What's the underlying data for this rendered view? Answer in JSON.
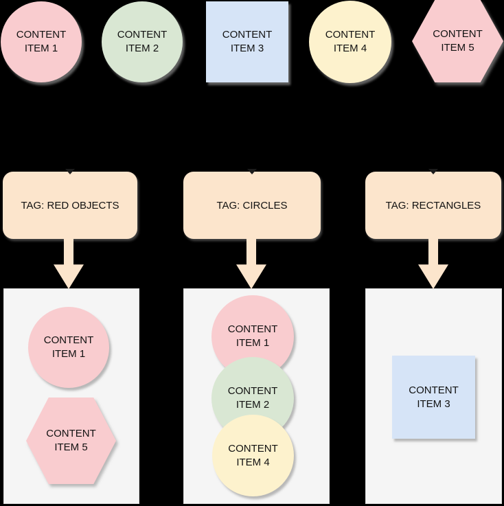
{
  "diagram": {
    "background": "#000000",
    "text_color": "#111111",
    "tag_fill": "#fce5cc",
    "arrow_fill": "#fce5cc",
    "group_fill": "#f5f5f5",
    "group_border": "#dcdcdc",
    "shape_shadow": "#c0c0c0"
  },
  "content_items": [
    {
      "label": "CONTENT\nITEM 1",
      "shape": "circle",
      "fill": "#f9cccf"
    },
    {
      "label": "CONTENT\nITEM 2",
      "shape": "circle",
      "fill": "#d9e7d3"
    },
    {
      "label": "CONTENT\nITEM 3",
      "shape": "square",
      "fill": "#d6e4f7"
    },
    {
      "label": "CONTENT\nITEM 4",
      "shape": "circle",
      "fill": "#fdf2cd"
    },
    {
      "label": "CONTENT\nITEM 5",
      "shape": "hexagon",
      "fill": "#f9cccf"
    }
  ],
  "tags": [
    {
      "label": "TAG: RED OBJECTS",
      "items": [
        {
          "label": "CONTENT\nITEM 1",
          "shape": "circle",
          "fill": "#f9cccf"
        },
        {
          "label": "CONTENT\nITEM 5",
          "shape": "hexagon",
          "fill": "#f9cccf"
        }
      ]
    },
    {
      "label": "TAG: CIRCLES",
      "items": [
        {
          "label": "CONTENT\nITEM 1",
          "shape": "circle",
          "fill": "#f9cccf"
        },
        {
          "label": "CONTENT\nITEM 2",
          "shape": "circle",
          "fill": "#d9e7d3"
        },
        {
          "label": "CONTENT\nITEM 4",
          "shape": "circle",
          "fill": "#fdf2cd"
        }
      ]
    },
    {
      "label": "TAG: RECTANGLES",
      "items": [
        {
          "label": "CONTENT\nITEM 3",
          "shape": "square",
          "fill": "#d6e4f7"
        }
      ]
    }
  ]
}
